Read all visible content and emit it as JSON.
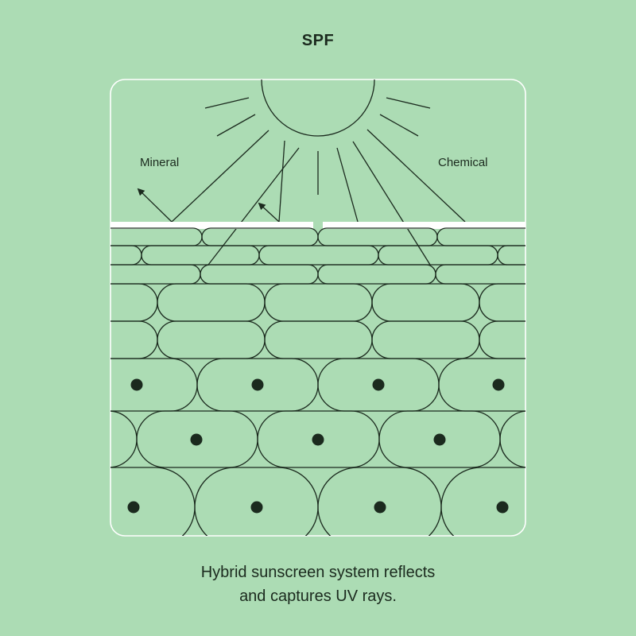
{
  "title": "SPF",
  "labels": {
    "mineral": "Mineral",
    "chemical": "Chemical"
  },
  "caption": {
    "line1": "Hybrid sunscreen system reflects",
    "line2": "and captures UV rays."
  },
  "colors": {
    "background": "#acdcb4",
    "stroke": "#1b2a1e",
    "sunscreen_layer": "#ffffff"
  },
  "icons": [
    "sun-icon",
    "arrow-icon",
    "nucleus-icon"
  ]
}
